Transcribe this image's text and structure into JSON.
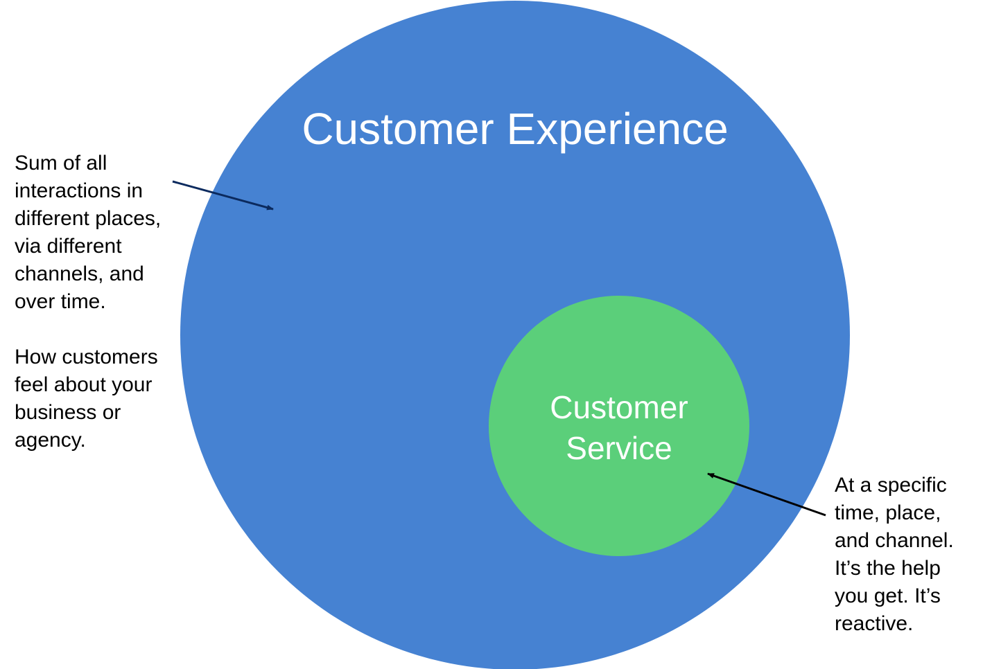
{
  "diagram": {
    "outer_circle": {
      "label": "Customer Experience",
      "color": "#4682D2"
    },
    "inner_circle": {
      "label_lines": [
        "Customer",
        "Service"
      ],
      "color": "#5BCF7A"
    },
    "left_note": {
      "paragraph_1": [
        "Sum of all",
        "interactions in",
        "different places,",
        "via different",
        "channels, and",
        "over time."
      ],
      "paragraph_2": [
        "How customers",
        "feel about your",
        "business or",
        "agency."
      ],
      "arrow_color": "#0B2A5E"
    },
    "right_note": {
      "lines": [
        "At a specific",
        "time, place,",
        "and channel.",
        "It’s the help",
        "you get. It’s",
        "reactive."
      ],
      "arrow_color": "#000000"
    }
  }
}
